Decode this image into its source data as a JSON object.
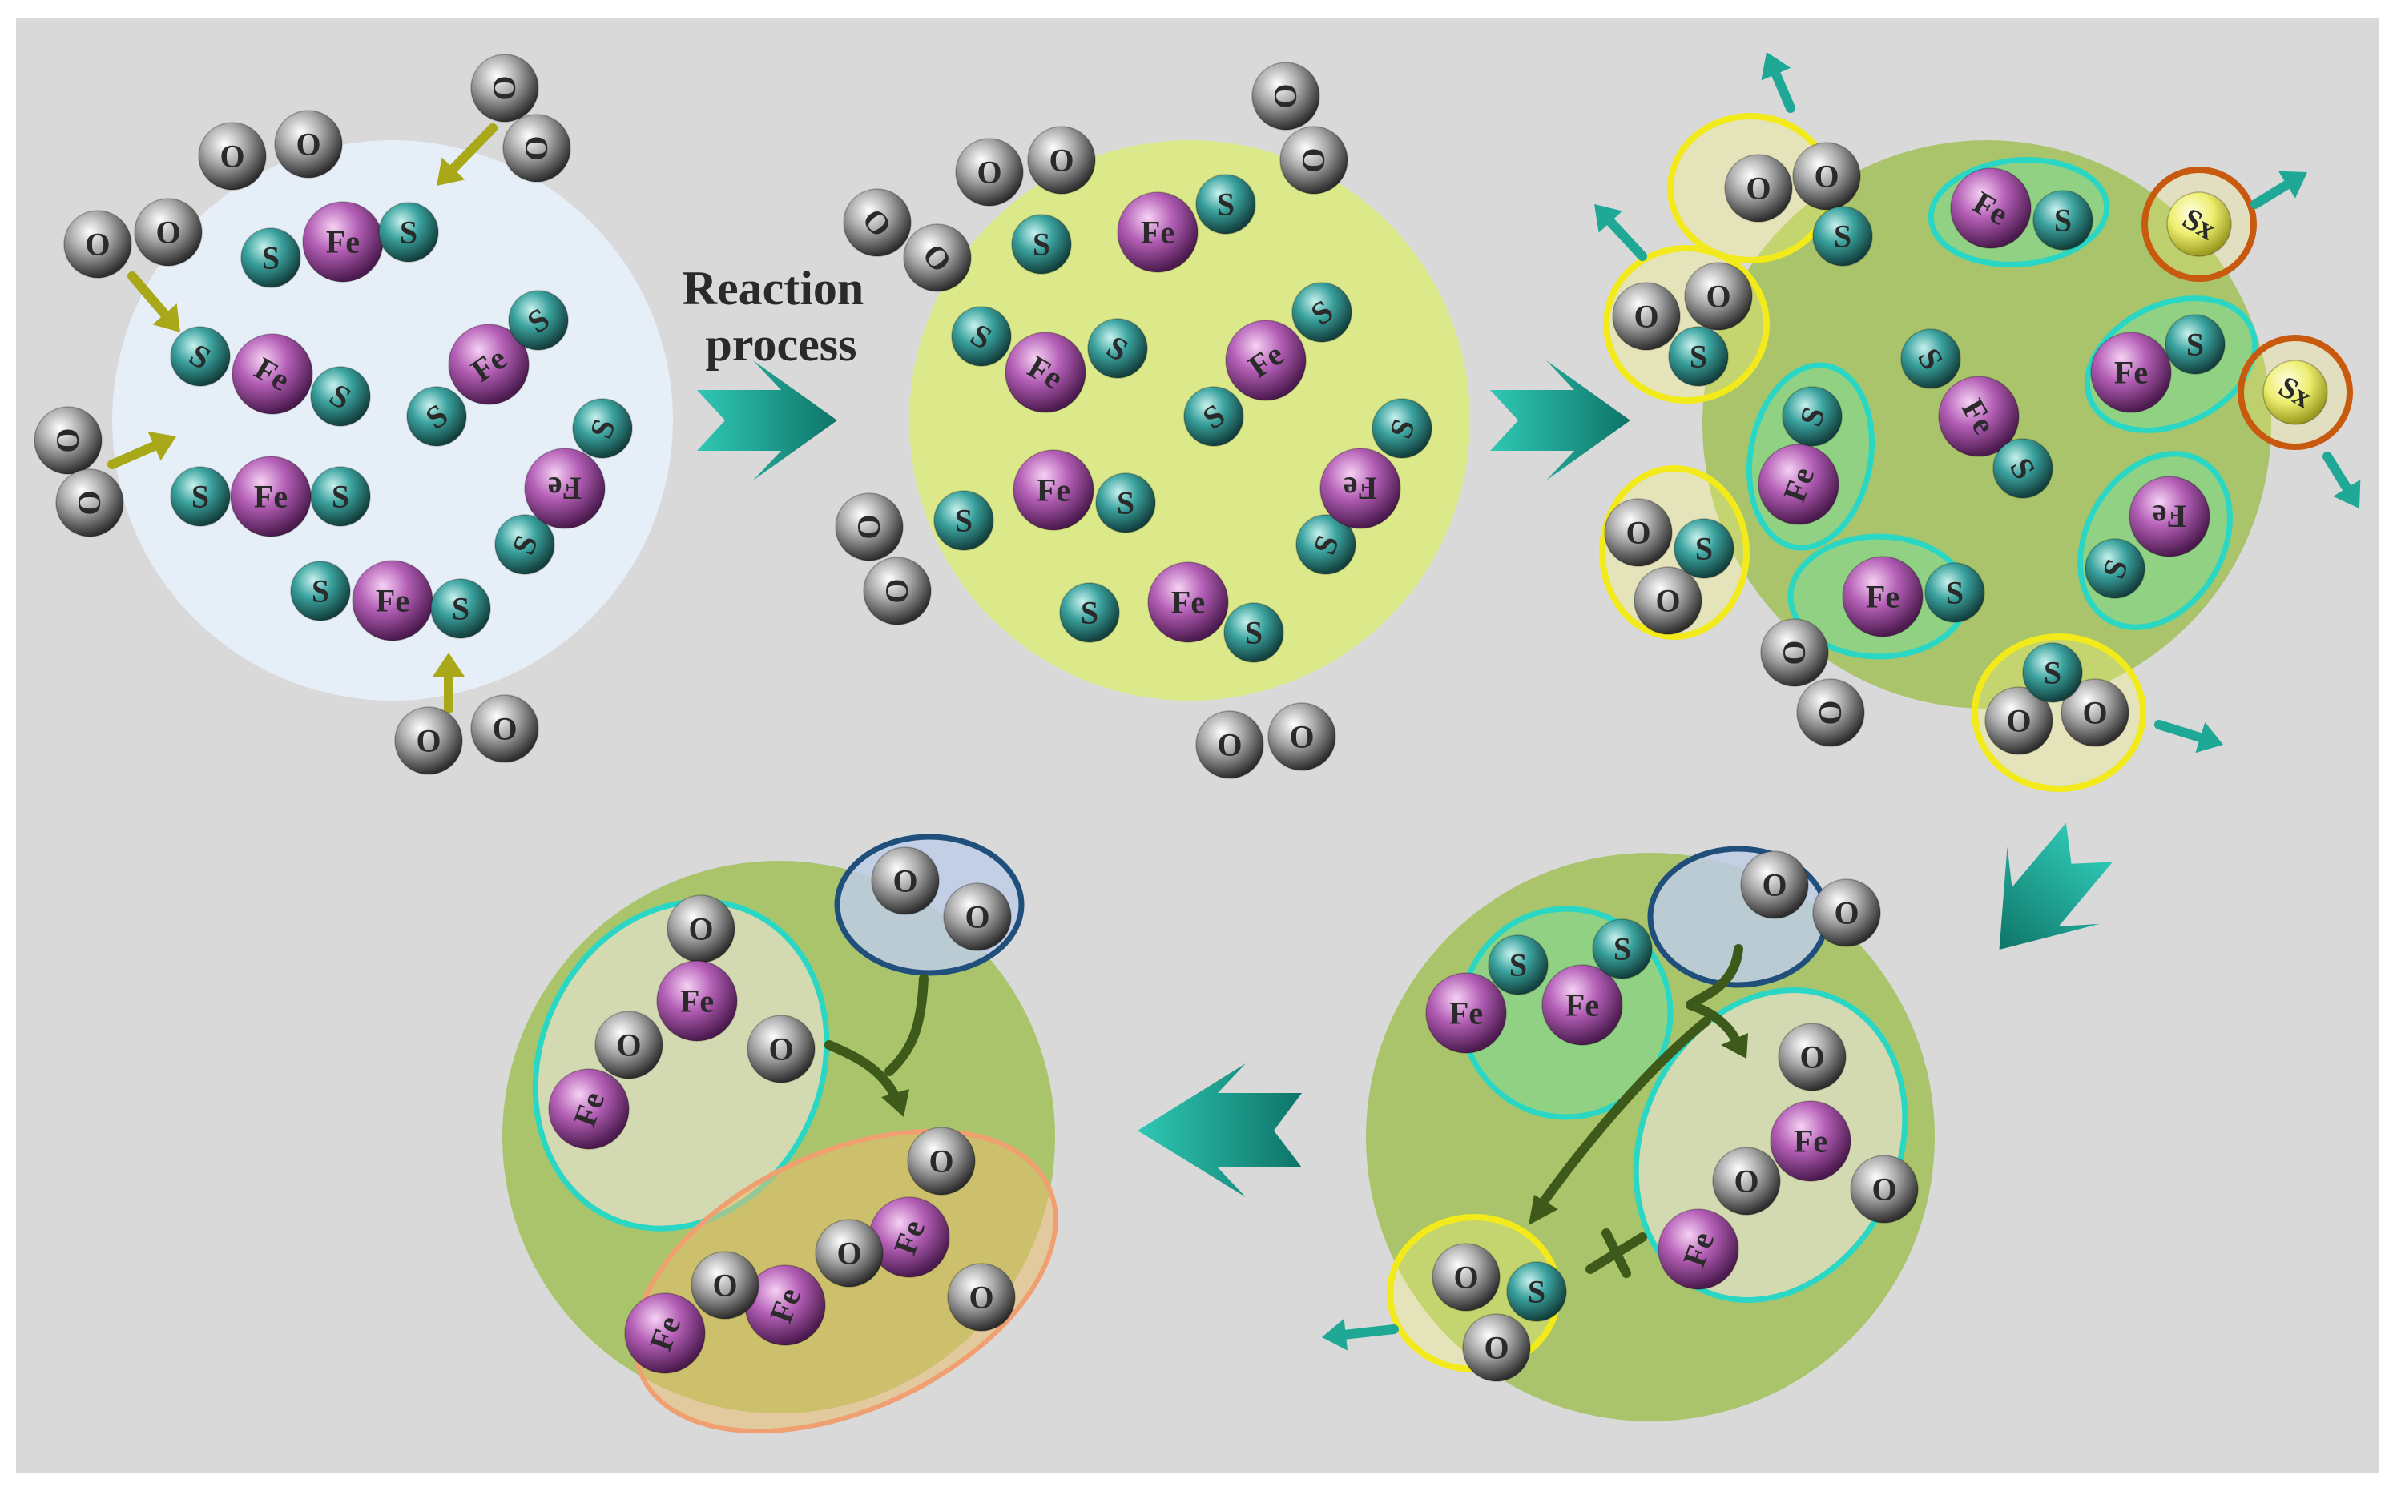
{
  "labels": {
    "reaction_line1": "Reaction",
    "reaction_line2": "process"
  },
  "atom_labels": {
    "O": "O",
    "S": "S",
    "Fe": "Fe",
    "Sx": "Sx"
  },
  "colors": {
    "background": "#d9d9d9",
    "panel1": "#e6eef7",
    "panel2": "#dce98a",
    "panel_green": "#a9c46b",
    "arrow_teal": "#1fa895",
    "small_arrow_olive": "#a8a818",
    "group_teal": "#2ad6c4",
    "group_yellow": "#f2ea1a",
    "group_navy": "#1f4f7a",
    "group_orange": "#f0a070",
    "sx_ring": "#c85a10",
    "bond_arrow_dark": "#3d5a1a"
  },
  "icons": {
    "big_arrow": "chevron-arrow-icon",
    "small_arrow": "small-arrow-icon",
    "blocked_bond": "cross-mark-icon"
  }
}
